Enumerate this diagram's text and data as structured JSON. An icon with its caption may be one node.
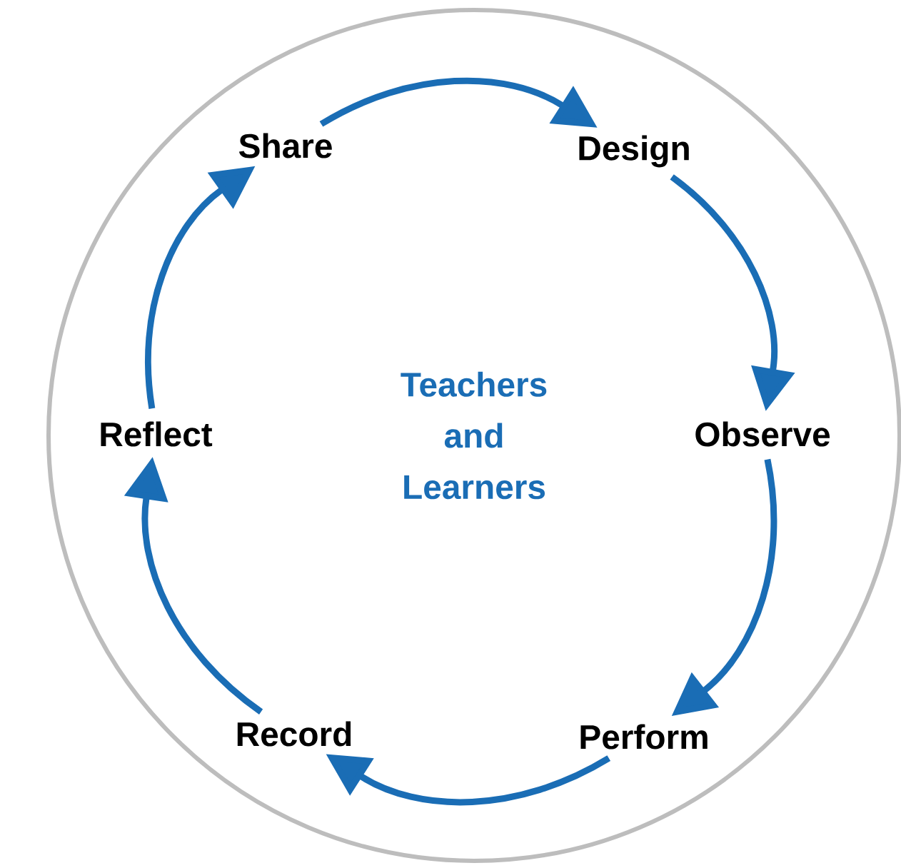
{
  "diagram": {
    "nodes": [
      {
        "text": [
          "Teachers and Learners"
        ]
      },
      {
        "text": [
          "Share"
        ],
        "in": 0
      },
      {
        "text": [
          "Design"
        ],
        "in": 0
      },
      {
        "text": [
          "Observe"
        ],
        "in": 0
      },
      {
        "text": [
          "Perform"
        ],
        "in": 0
      },
      {
        "text": [
          "Record"
        ],
        "in": 0
      },
      {
        "text": [
          "Reflect"
        ],
        "in": 0
      }
    ],
    "edges": [
      {
        "from": 1,
        "to": 2,
        "arrow": "to"
      },
      {
        "from": 2,
        "to": 3,
        "arrow": "to"
      },
      {
        "from": 3,
        "to": 4,
        "arrow": "to"
      },
      {
        "from": 4,
        "to": 5,
        "arrow": "to"
      },
      {
        "from": 5,
        "to": 6,
        "arrow": "to"
      },
      {
        "from": 6,
        "to": 1,
        "arrow": "to"
      }
    ]
  }
}
